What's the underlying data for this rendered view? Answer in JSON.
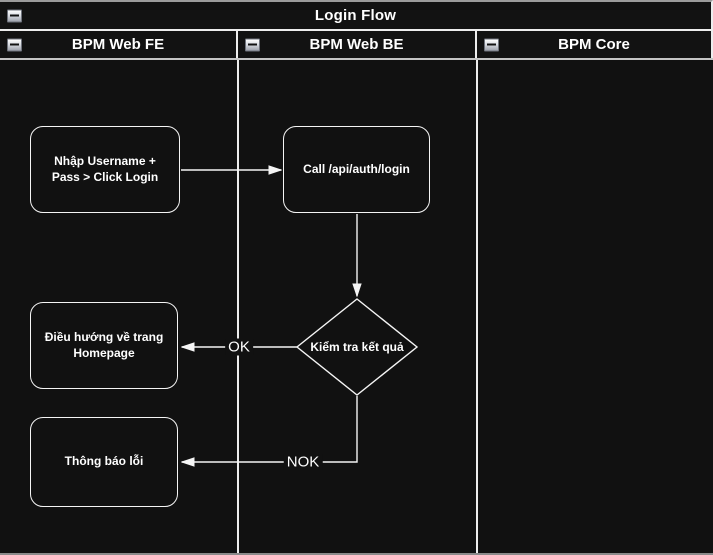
{
  "pool": {
    "title": "Login Flow"
  },
  "lanes": [
    {
      "label": "BPM Web FE"
    },
    {
      "label": "BPM Web BE"
    },
    {
      "label": "BPM Core"
    }
  ],
  "nodes": [
    {
      "id": "fe-login-input",
      "type": "rounded-rectangle",
      "lane": "BPM Web FE",
      "label": "Nhập Username + Pass > Click Login"
    },
    {
      "id": "be-call-login-api",
      "type": "rounded-rectangle",
      "lane": "BPM Web BE",
      "label": "Call /api/auth/login"
    },
    {
      "id": "be-check-result",
      "type": "decision-diamond",
      "lane": "BPM Web BE",
      "label": "Kiểm tra kết quả"
    },
    {
      "id": "fe-redirect-homepage",
      "type": "rounded-rectangle",
      "lane": "BPM Web FE",
      "label": "Điều hướng về trang Homepage"
    },
    {
      "id": "fe-error-message",
      "type": "rounded-rectangle",
      "lane": "BPM Web FE",
      "label": "Thông báo lỗi"
    }
  ],
  "edges": [
    {
      "from": "fe-login-input",
      "to": "be-call-login-api",
      "label": ""
    },
    {
      "from": "be-call-login-api",
      "to": "be-check-result",
      "label": ""
    },
    {
      "from": "be-check-result",
      "to": "fe-redirect-homepage",
      "label": "OK"
    },
    {
      "from": "be-check-result",
      "to": "fe-error-message",
      "label": "NOK"
    }
  ],
  "icons": {
    "collapse": "collapse-minus-icon"
  },
  "colors": {
    "background": "#111111",
    "shape_outline": "#f5f5f5",
    "text": "#ffffff",
    "lane_divider": "#ededed",
    "outer_top_border": "#9b9b9b"
  }
}
